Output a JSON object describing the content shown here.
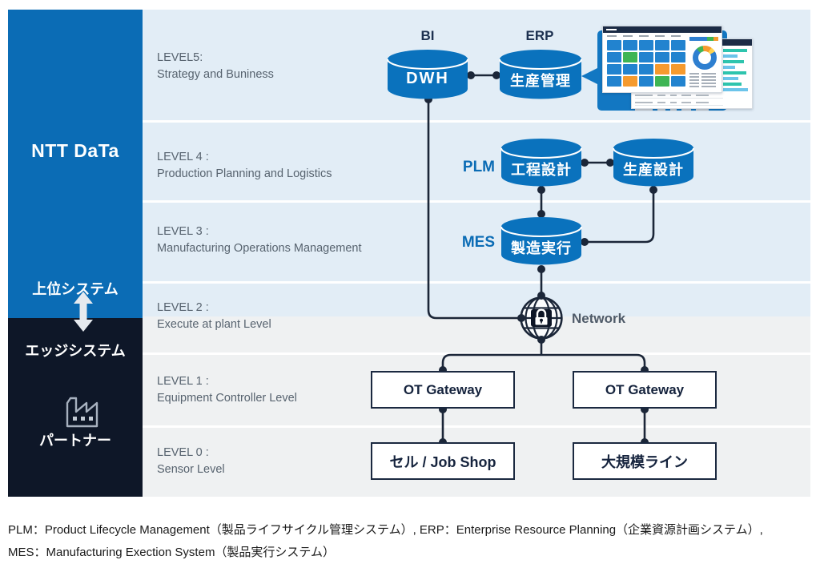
{
  "sidebar": {
    "logo": "NTT DaTa",
    "upper_system_label": "上位システム",
    "edge_system_label": "エッジシステム",
    "partner_label": "パートナー"
  },
  "levels": [
    {
      "line1": "LEVEL5:",
      "line2": "Strategy and Buniness"
    },
    {
      "line1": "LEVEL 4 :",
      "line2": "Production Planning and Logistics"
    },
    {
      "line1": "LEVEL 3 :",
      "line2": "Manufacturing Operations Management"
    },
    {
      "line1": "LEVEL 2 :",
      "line2": "Execute at plant Level"
    },
    {
      "line1": "LEVEL 1 :",
      "line2": "Equipment Controller Level"
    },
    {
      "line1": "LEVEL 0 :",
      "line2": "Sensor Level"
    }
  ],
  "nodes": {
    "bi_label": "BI",
    "erp_label": "ERP",
    "plm_label": "PLM",
    "mes_label": "MES",
    "dwh": "DWH",
    "production_mgmt": "生産管理",
    "process_design": "工程設計",
    "production_design": "生産設計",
    "manufacturing_exec": "製造実行",
    "network_label": "Network",
    "ot_gateway_left": "OT Gateway",
    "ot_gateway_right": "OT Gateway",
    "cell_jobshop": "セル / Job Shop",
    "large_line": "大規模ライン"
  },
  "footer": {
    "line1": "PLM：Product Lifecycle Management（製品ライフサイクル管理システム）, ERP：Enterprise Resource Planning（企業資源計画システム）,",
    "line2": "MES：Manufacturing Exection System（製品実行システム）"
  },
  "colors": {
    "brand_blue": "#0b6cb5",
    "cylinder_blue": "#0a72bd",
    "sidebar_navy": "#0e1728",
    "connector_navy": "#1b2638",
    "band_blue": "#e2edf6",
    "band_gray": "#eff1f2",
    "level_text": "#57636f"
  },
  "illustration": {
    "tile_rows": [
      "BBBBB",
      "BGBBB",
      "BBBOO",
      "BOBGB"
    ],
    "tile_colors": {
      "B": "#2283cf",
      "G": "#3eb554",
      "O": "#f59a2e"
    },
    "stacked_bar": [
      {
        "color": "#2e7fd0",
        "pct": 62
      },
      {
        "color": "#3eb554",
        "pct": 22
      },
      {
        "color": "#f59a2e",
        "pct": 16
      }
    ],
    "donut_segments": [
      {
        "color": "#3eb554",
        "pct": 9
      },
      {
        "color": "#f59a2e",
        "pct": 12
      },
      {
        "color": "#ffd34e",
        "pct": 7
      }
    ],
    "donut_base": "#2e7fd0",
    "back_bar_widths": [
      95,
      55,
      80,
      48,
      90,
      60,
      72,
      97
    ],
    "back_bar_colors": [
      "#2ec4ae",
      "#6cc4ea"
    ]
  }
}
